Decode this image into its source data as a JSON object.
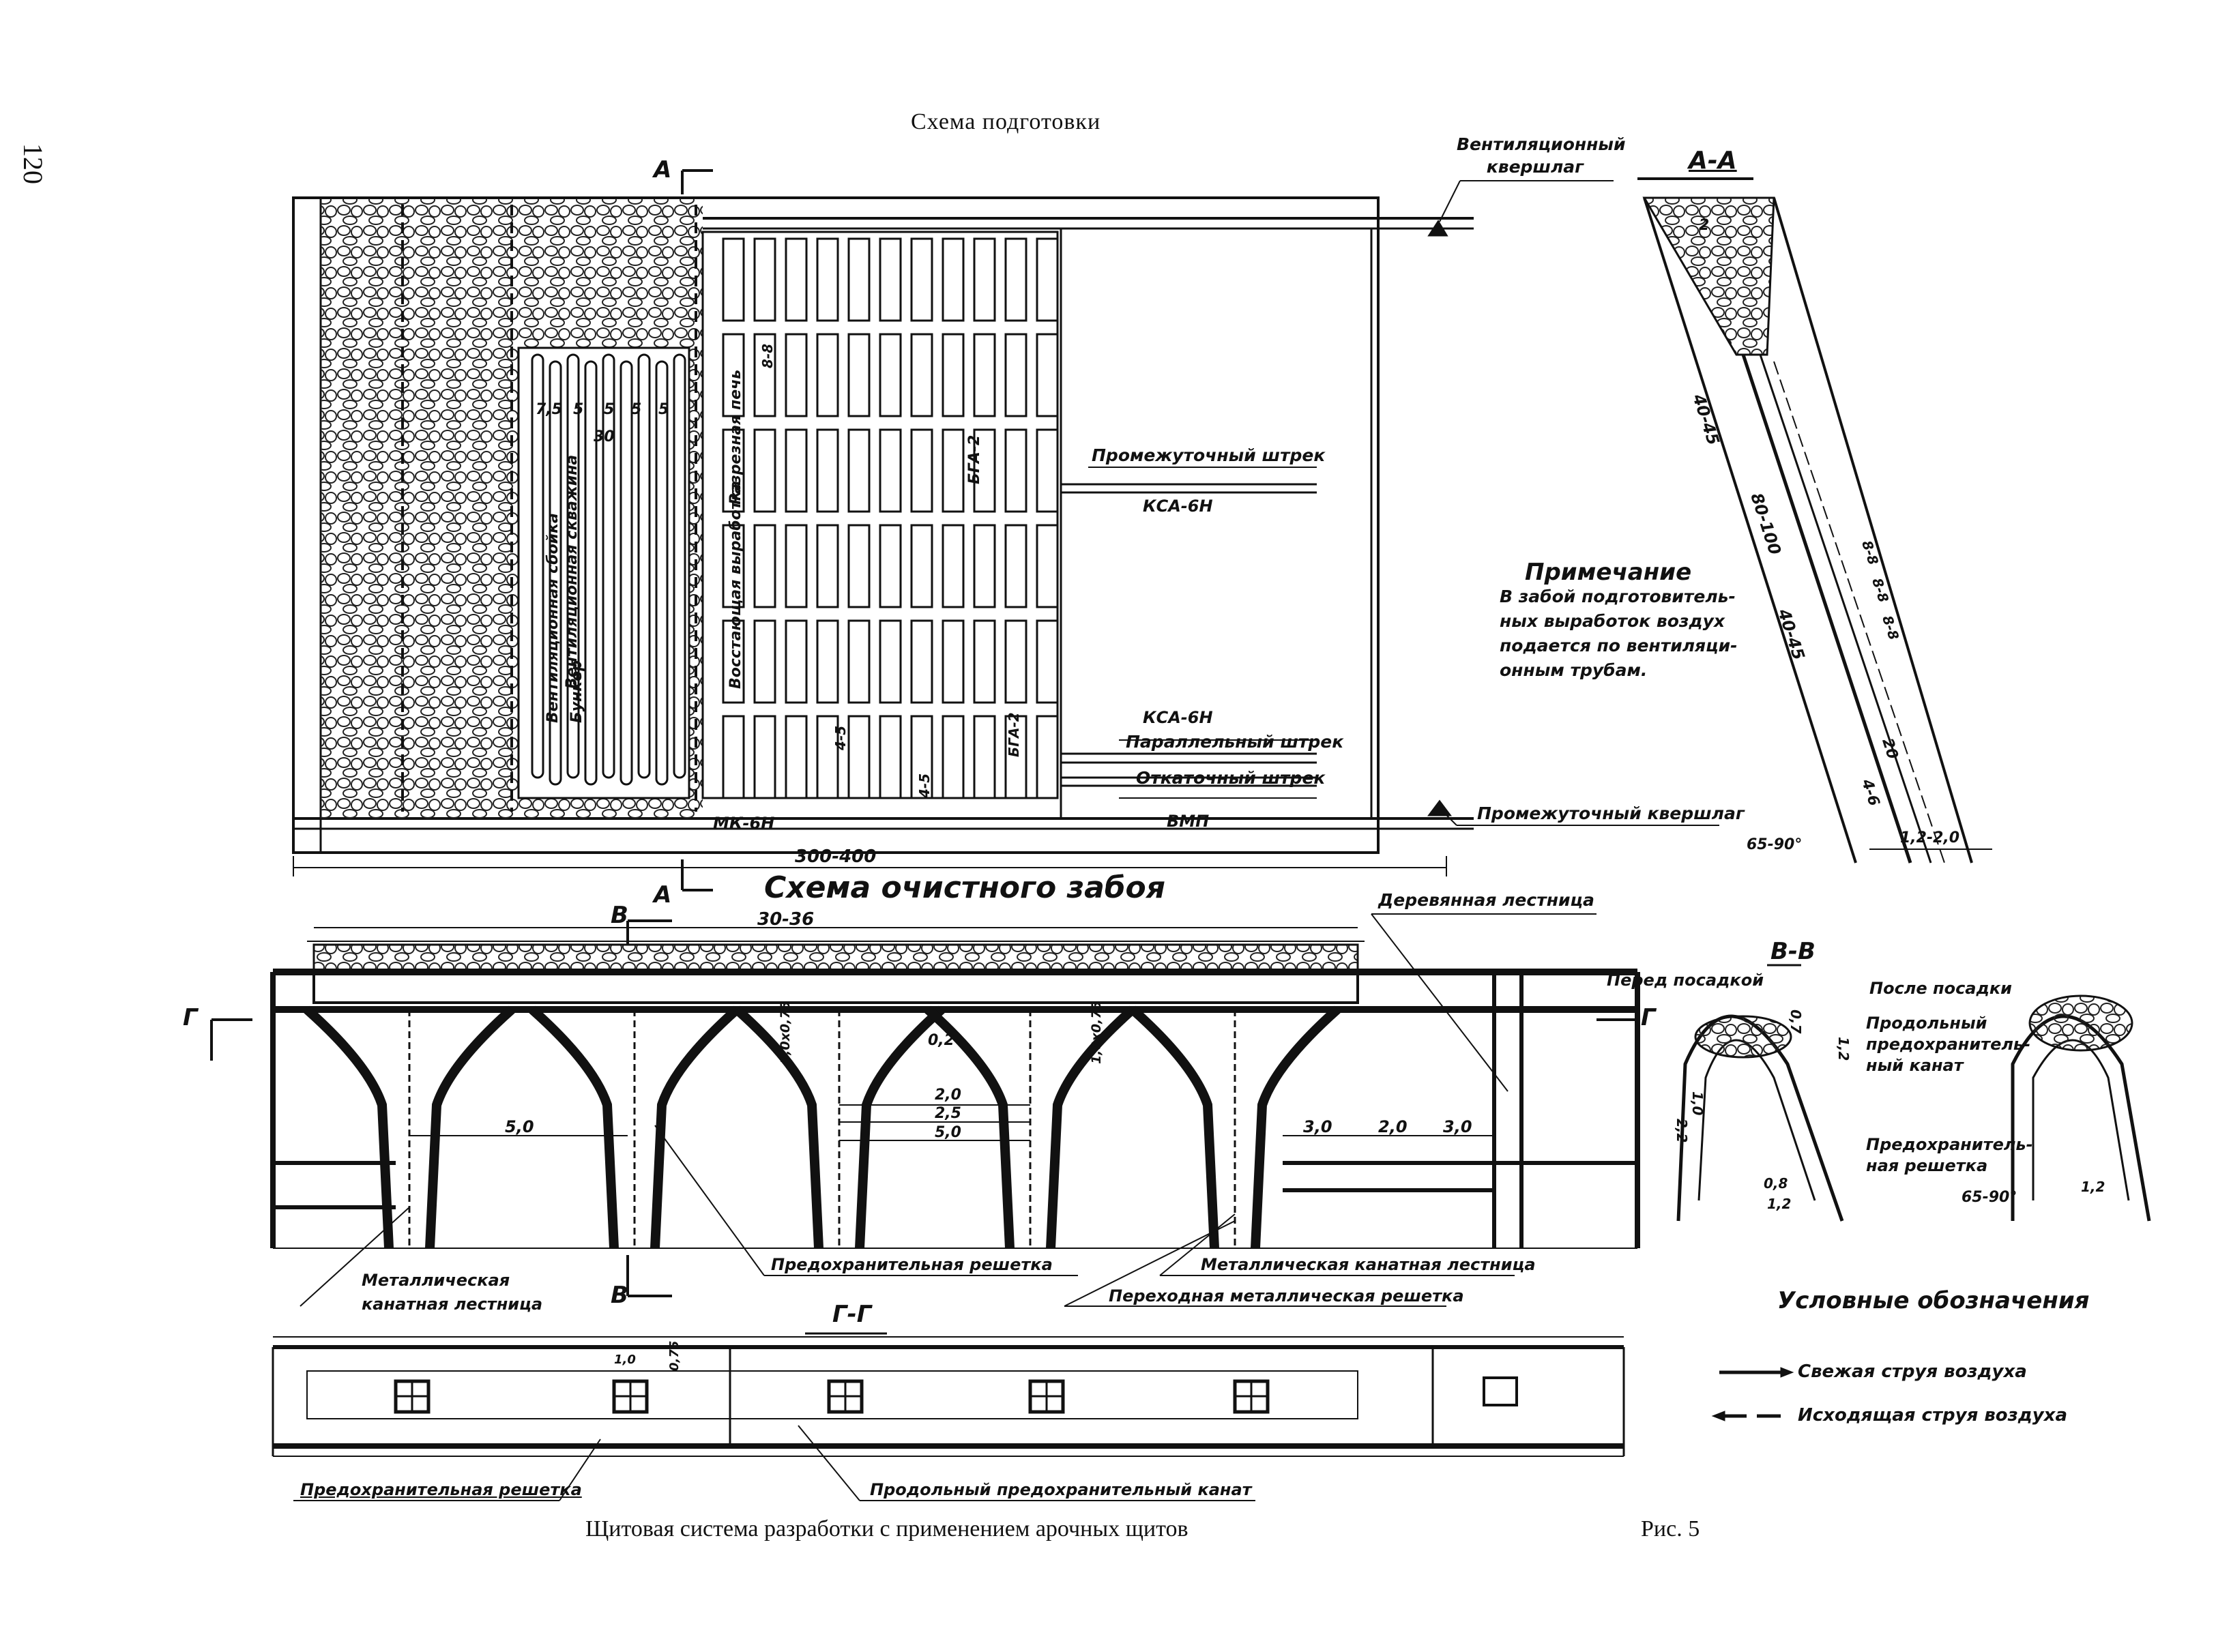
{
  "page_number": "120",
  "top_title": "Схема подготовки",
  "section_aa": "А-А",
  "section_bb": "В-В",
  "section_gg": "Г-Г",
  "cut_marks": {
    "a_top": "А",
    "a_bottom": "А",
    "b_top": "В",
    "b_bottom": "В",
    "g_left": "Г",
    "g_right": "Г"
  },
  "middle_title": "Схема очистного забоя",
  "prep_labels": {
    "vent_kvershlag": "Вентиляционный квершлаг",
    "intermediate_drift": "Промежуточный штрек",
    "ksa_6n_top": "КСА-6Н",
    "ksa_6n_bottom": "КСА-6Н",
    "parallel_drift": "Параллельный штрек",
    "haulage_drift": "Откаточный штрек",
    "vmp": "ВМП",
    "intermediate_kvershlag": "Промежуточный квершлаг",
    "mk_6n": "МК-6Н",
    "width_300_400": "300-400",
    "bga_2_top": "БГА-2",
    "bga_2_bottom": "БГА-2",
    "cut_furnace": "Разрезная печь",
    "long_raise": "Восстающая выработка",
    "vent_raise": "Вентиляционная сбойка",
    "vent_well": "Вентиляционная скважина",
    "bunker": "Бункер",
    "dim_75": "7,5",
    "dim_5a": "5",
    "dim_5b": "5",
    "dim_5c": "5",
    "dim_5d": "5",
    "dim_30": "30",
    "dim_8_8": "8-8",
    "dim_4_5": "4-5",
    "dim_4_5b": "4-5"
  },
  "note": {
    "title": "Примечание",
    "lines": [
      "В забой подготовитель-",
      "ных выработок воздух",
      "подается по вентиляци-",
      "онным трубам."
    ]
  },
  "aa_labels": {
    "dim_2": "2",
    "dim_40_45_top": "40-45",
    "dim_80_100": "80-100",
    "dim_40_45_bottom": "40-45",
    "dim_20": "20",
    "dim_4_6": "4-6",
    "angle": "65-90°",
    "dim_12_20": "1,2-2,0",
    "dim_88_a": "8-8",
    "dim_88_b": "8-8",
    "dim_88_c": "8-8"
  },
  "face_labels": {
    "wooden_ladder": "Деревянная лестница",
    "dim_30_36": "30-36",
    "dim_50_left": "5,0",
    "dim_10_075_a": "1,0x0,75",
    "dim_02": "0,2",
    "dim_20": "2,0",
    "dim_25": "2,5",
    "dim_50_mid": "5,0",
    "dim_10_075_b": "1,0x0,75",
    "dim_30a": "3,0",
    "dim_20b": "2,0",
    "dim_30b": "3,0",
    "metal_rope_ladder_left": "Металлическая канатная лестница",
    "safety_grate": "Предохранительная решетка",
    "metal_rope_ladder_right": "Металлическая канатная лестница",
    "transition_grate": "Переходная металлическая решетка"
  },
  "bb_labels": {
    "before_settling": "Перед посадкой",
    "after_settling": "После посадки",
    "longitudinal_rope": "Продольный предохранитель-ный канат",
    "safety_grate": "Предохранитель-ная решетка",
    "angle": "65-90°",
    "dim_07": "0,7",
    "dim_12": "1,2",
    "dim_10": "1,0",
    "dim_22": "2,2",
    "dim_08": "0,8",
    "dim_12b": "1,2",
    "dim_12c": "1,2"
  },
  "gg_labels": {
    "dim_10": "1,0",
    "dim_075": "0,75",
    "safety_grate": "Предохранительная решетка",
    "longitudinal_rope": "Продольный предохранительный канат"
  },
  "legend": {
    "title": "Условные обозначения",
    "fresh_air": "Свежая струя воздуха",
    "exhaust_air": "Исходящая струя воздуха"
  },
  "caption": "Щитовая система разработки с применением арочных щитов",
  "figure_number": "Рис. 5"
}
